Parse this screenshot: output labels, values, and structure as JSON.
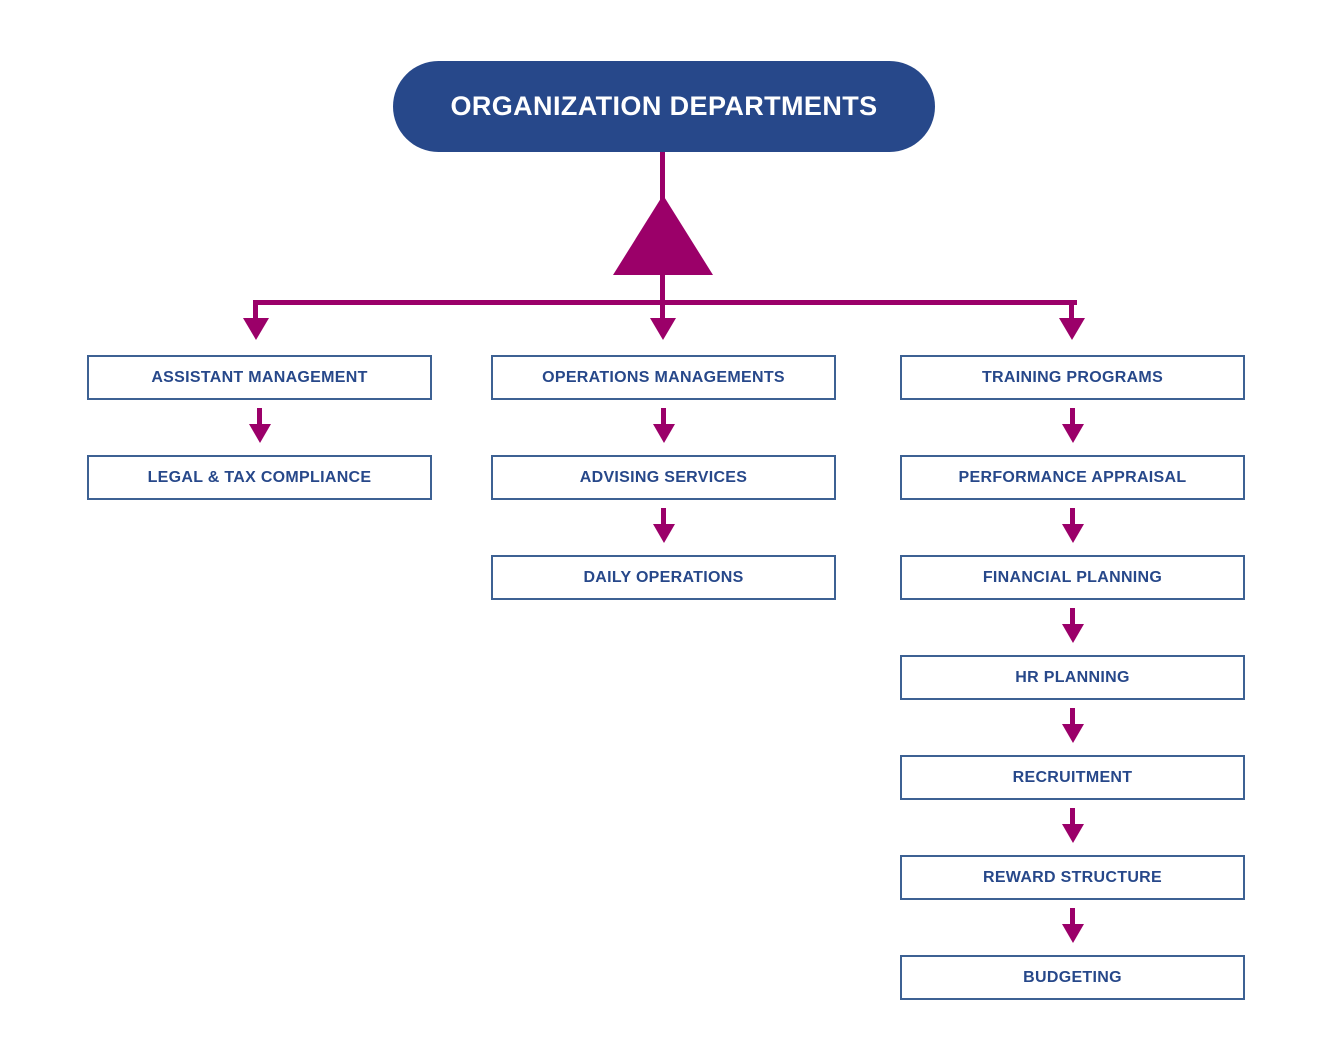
{
  "diagram": {
    "type": "organizational-flowchart",
    "root": {
      "label": "ORGANIZATION DEPARTMENTS"
    },
    "colors": {
      "navy": "#27488a",
      "box_border": "#3d6193",
      "connector_magenta": "#9b0069",
      "background": "#ffffff",
      "root_text": "#ffffff"
    },
    "columns": [
      {
        "name": "assistant-management-column",
        "nodes": [
          {
            "label": "ASSISTANT MANAGEMENT"
          },
          {
            "label": "LEGAL & TAX COMPLIANCE"
          }
        ]
      },
      {
        "name": "operations-managements-column",
        "nodes": [
          {
            "label": "OPERATIONS MANAGEMENTS"
          },
          {
            "label": "ADVISING SERVICES"
          },
          {
            "label": "DAILY OPERATIONS"
          }
        ]
      },
      {
        "name": "training-programs-column",
        "nodes": [
          {
            "label": "TRAINING PROGRAMS"
          },
          {
            "label": "PERFORMANCE APPRAISAL"
          },
          {
            "label": "FINANCIAL PLANNING"
          },
          {
            "label": "HR PLANNING"
          },
          {
            "label": "RECRUITMENT"
          },
          {
            "label": "REWARD STRUCTURE"
          },
          {
            "label": "BUDGETING"
          }
        ]
      }
    ]
  }
}
